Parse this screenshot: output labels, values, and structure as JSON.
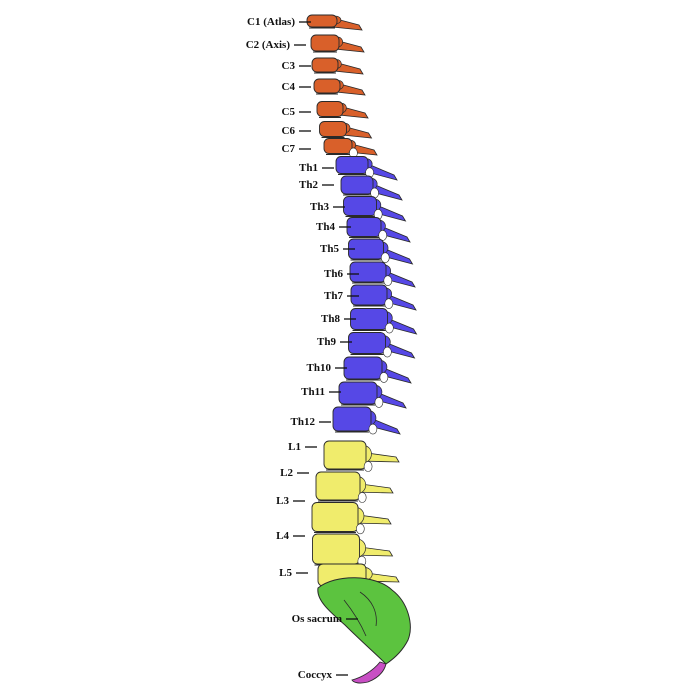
{
  "diagram": {
    "colors": {
      "cervical": "#d9602a",
      "thoracic": "#5648e6",
      "lumbar": "#f0ec6c",
      "sacrum": "#5cc33f",
      "coccyx": "#c84fc4",
      "outline": "#2a2a2a",
      "leader": "#111111",
      "background": "#ffffff"
    },
    "regions": [
      {
        "id": "cervical",
        "color_key": "cervical"
      },
      {
        "id": "thoracic",
        "color_key": "thoracic"
      },
      {
        "id": "lumbar",
        "color_key": "lumbar"
      },
      {
        "id": "sacrum",
        "color_key": "sacrum"
      },
      {
        "id": "coccyx",
        "color_key": "coccyx"
      }
    ],
    "labels": [
      {
        "id": "c1",
        "text": "C1 (Atlas)",
        "region": "cervical"
      },
      {
        "id": "c2",
        "text": "C2 (Axis)",
        "region": "cervical"
      },
      {
        "id": "c3",
        "text": "C3",
        "region": "cervical"
      },
      {
        "id": "c4",
        "text": "C4",
        "region": "cervical"
      },
      {
        "id": "c5",
        "text": "C5",
        "region": "cervical"
      },
      {
        "id": "c6",
        "text": "C6",
        "region": "cervical"
      },
      {
        "id": "c7",
        "text": "C7",
        "region": "cervical"
      },
      {
        "id": "th1",
        "text": "Th1",
        "region": "thoracic"
      },
      {
        "id": "th2",
        "text": "Th2",
        "region": "thoracic"
      },
      {
        "id": "th3",
        "text": "Th3",
        "region": "thoracic"
      },
      {
        "id": "th4",
        "text": "Th4",
        "region": "thoracic"
      },
      {
        "id": "th5",
        "text": "Th5",
        "region": "thoracic"
      },
      {
        "id": "th6",
        "text": "Th6",
        "region": "thoracic"
      },
      {
        "id": "th7",
        "text": "Th7",
        "region": "thoracic"
      },
      {
        "id": "th8",
        "text": "Th8",
        "region": "thoracic"
      },
      {
        "id": "th9",
        "text": "Th9",
        "region": "thoracic"
      },
      {
        "id": "th10",
        "text": "Th10",
        "region": "thoracic"
      },
      {
        "id": "th11",
        "text": "Th11",
        "region": "thoracic"
      },
      {
        "id": "th12",
        "text": "Th12",
        "region": "thoracic"
      },
      {
        "id": "l1",
        "text": "L1",
        "region": "lumbar"
      },
      {
        "id": "l2",
        "text": "L2",
        "region": "lumbar"
      },
      {
        "id": "l3",
        "text": "L3",
        "region": "lumbar"
      },
      {
        "id": "l4",
        "text": "L4",
        "region": "lumbar"
      },
      {
        "id": "l5",
        "text": "L5",
        "region": "lumbar"
      },
      {
        "id": "sacrum",
        "text": "Os sacrum",
        "region": "sacrum"
      },
      {
        "id": "coccyx",
        "text": "Coccyx",
        "region": "coccyx"
      }
    ]
  }
}
